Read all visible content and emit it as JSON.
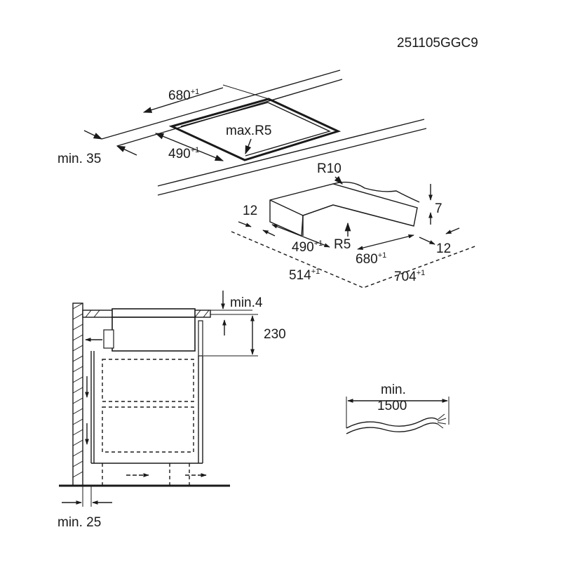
{
  "doc_code": "251105GGC9",
  "cutout": {
    "width": "680",
    "width_tol": "+1",
    "depth": "490",
    "depth_tol": "+1",
    "radius": "max.R5",
    "edge_min": "min. 35"
  },
  "frame": {
    "radius_outer": "R10",
    "radius_inner": "R5",
    "inner_depth": "490",
    "inner_depth_tol": "+1",
    "inner_width": "680",
    "inner_width_tol": "+1",
    "outer_depth": "514",
    "outer_depth_tol": "+1",
    "outer_width": "704",
    "outer_width_tol": "+1",
    "side_left": "12",
    "side_right": "12",
    "height": "7"
  },
  "section": {
    "gap_top": "min.4",
    "depth": "230",
    "wall_gap": "min. 25"
  },
  "cable": {
    "min_label": "min.",
    "length": "1500"
  }
}
